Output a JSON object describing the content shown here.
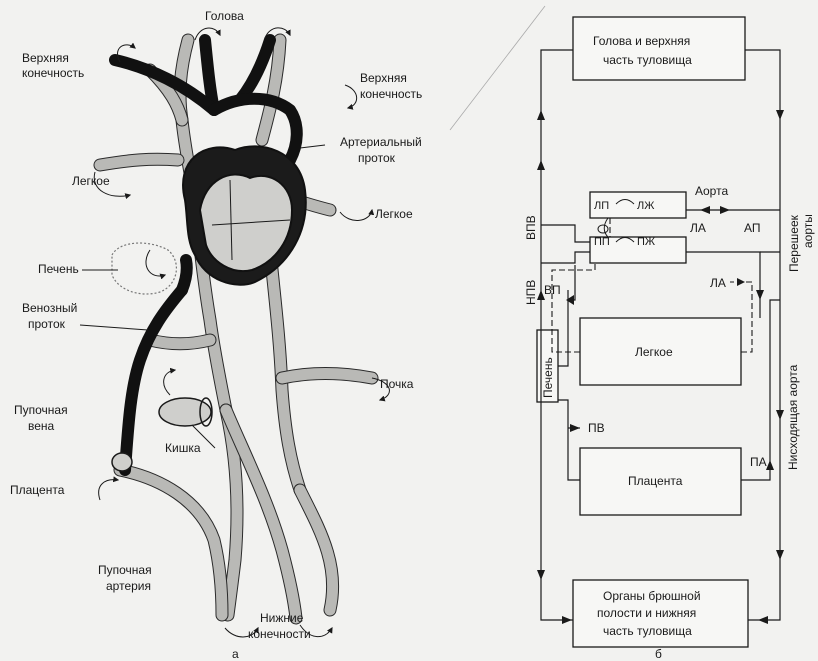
{
  "left_figure": {
    "caption": "а",
    "labels": {
      "head": "Голова",
      "upper_limb_left_1": "Верхняя",
      "upper_limb_left_2": "конечность",
      "upper_limb_right_1": "Верхняя",
      "upper_limb_right_2": "конечность",
      "ductus_arteriosus_1": "Артериальный",
      "ductus_arteriosus_2": "проток",
      "lung_left": "Легкое",
      "lung_right": "Легкое",
      "liver": "Печень",
      "ductus_venosus_1": "Венозный",
      "ductus_venosus_2": "проток",
      "kidney": "Почка",
      "umbilical_vein_1": "Пупочная",
      "umbilical_vein_2": "вена",
      "intestine": "Кишка",
      "placenta": "Плацента",
      "umbilical_artery_1": "Пупочная",
      "umbilical_artery_2": "артерия",
      "lower_limbs_1": "Нижние",
      "lower_limbs_2": "конечности"
    }
  },
  "right_figure": {
    "caption": "б",
    "boxes": {
      "head_1": "Голова и верхняя",
      "head_2": "часть туловища",
      "lung": "Легкое",
      "placenta": "Плацента",
      "liver": "Печень",
      "abdominal_1": "Органы брюшной",
      "abdominal_2": "полости и нижняя",
      "abdominal_3": "часть туловища"
    },
    "heart": {
      "la": "ЛП",
      "lv": "ЛЖ",
      "ra": "ПП",
      "rv": "ПЖ"
    },
    "labels": {
      "aorta": "Аорта",
      "pa_left": "ЛА",
      "pa_right": "ЛА",
      "ap": "АП",
      "svc": "ВПВ",
      "ivc": "НПВ",
      "vp": "ВП",
      "pv": "ПВ",
      "pa_bottom": "ПА",
      "aortic_isthmus_1": "Перешеек",
      "aortic_isthmus_2": "аорты",
      "descending_aorta": "Нисходящая аорта"
    }
  }
}
